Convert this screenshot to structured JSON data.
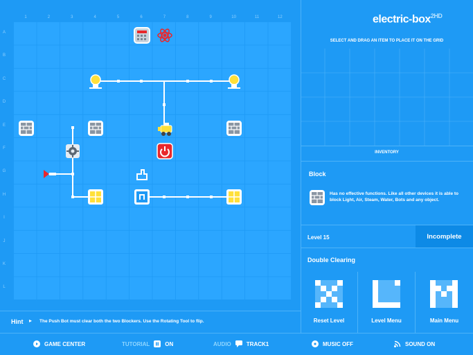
{
  "board": {
    "columns": [
      "1",
      "2",
      "3",
      "4",
      "5",
      "6",
      "7",
      "8",
      "9",
      "10",
      "11",
      "12"
    ],
    "rows": [
      "A",
      "B",
      "C",
      "D",
      "E",
      "F",
      "G",
      "H",
      "I",
      "J",
      "K",
      "L"
    ]
  },
  "logo": {
    "text": "electric-box",
    "suffix": "2HD"
  },
  "panel": {
    "instruction": "SELECT AND DRAG AN ITEM TO PLACE IT ON THE GRID",
    "inventory_label": "INVENTORY",
    "item_title": "Block",
    "item_description": "Has no effective functions. Like all other devices it is able to block Light, Air, Steam, Water, Bots and any object.",
    "level_label": "Level 15",
    "level_status": "Incomplete",
    "level_name": "Double Clearing",
    "reset_label": "Reset Level",
    "level_menu_label": "Level Menu",
    "main_menu_label": "Main Menu"
  },
  "hint": {
    "label": "Hint",
    "text": "The Push Bot must clear both the two Blockers. Use the Rotating Tool to flip."
  },
  "bottombar": {
    "game_center": "GAME CENTER",
    "tutorial_label": "TUTORIAL",
    "tutorial_state": "ON",
    "audio_label": "AUDIO",
    "track": "TRACK1",
    "music": "MUSIC OFF",
    "sound": "SOUND ON"
  },
  "colors": {
    "background": "#1e9af5",
    "grid_cell": "#2ba6ff",
    "grid_line": "#5fc0ff",
    "accent_yellow": "#ffe03a",
    "accent_red": "#e8282c",
    "status_bg": "#0d8ae6"
  }
}
